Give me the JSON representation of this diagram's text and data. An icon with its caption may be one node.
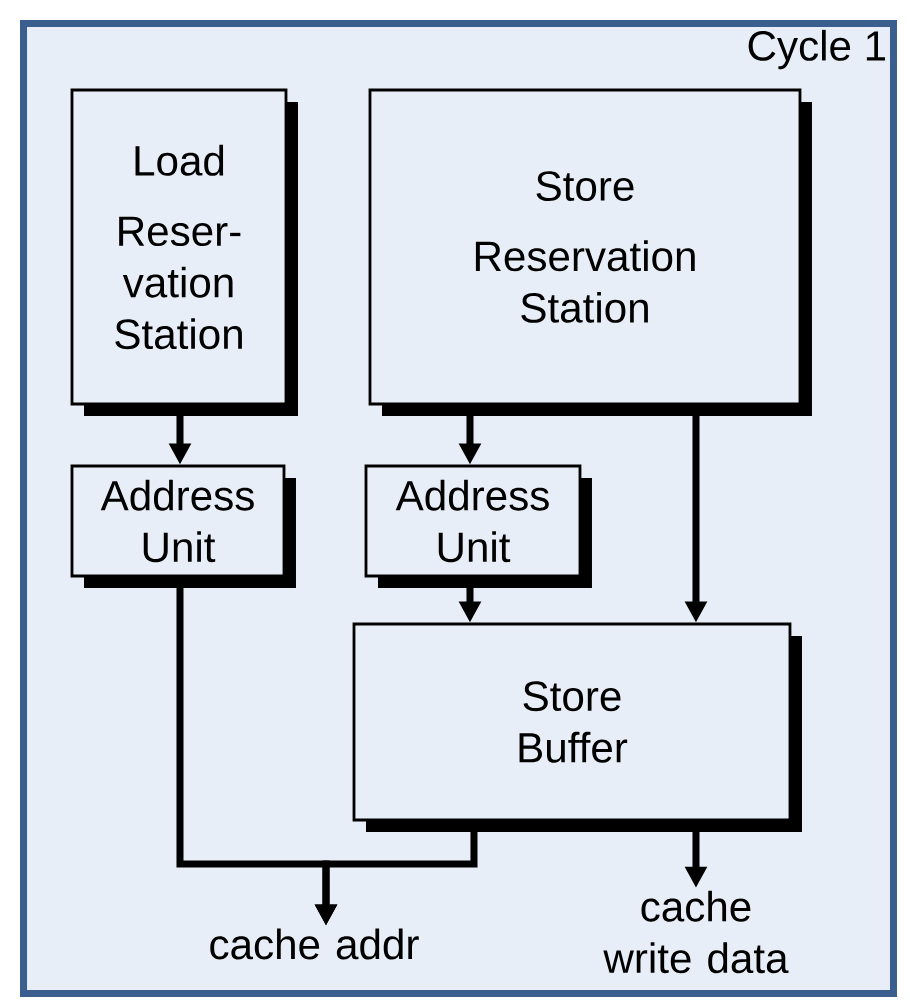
{
  "diagram": {
    "nodes": [
      {
        "text": [
          "Cycle 1"
        ]
      },
      {
        "text": [
          "Load",
          "Reser-vation Station"
        ],
        "in": 0
      },
      {
        "text": [
          "Store",
          "Reservation Station"
        ],
        "in": 0
      },
      {
        "text": [
          "Address Unit"
        ],
        "in": 0
      },
      {
        "text": [
          "Address Unit"
        ],
        "in": 0
      },
      {
        "text": [
          "Store Buffer"
        ],
        "in": 0
      },
      {
        "text": [
          "cache addr"
        ],
        "in": 0
      },
      {
        "text": [
          "cache write data"
        ],
        "in": 0
      }
    ],
    "edges": [
      {
        "from": 1,
        "to": 3,
        "arrow": "to"
      },
      {
        "from": 2,
        "to": 4,
        "arrow": "to"
      },
      {
        "from": 2,
        "to": 5,
        "arrow": "to"
      },
      {
        "from": 4,
        "to": 5,
        "arrow": "to"
      },
      {
        "from": 3,
        "to": 6,
        "arrow": "to"
      },
      {
        "from": 5,
        "to": 6,
        "arrow": "to"
      },
      {
        "from": 5,
        "to": 7,
        "arrow": "to"
      }
    ]
  }
}
